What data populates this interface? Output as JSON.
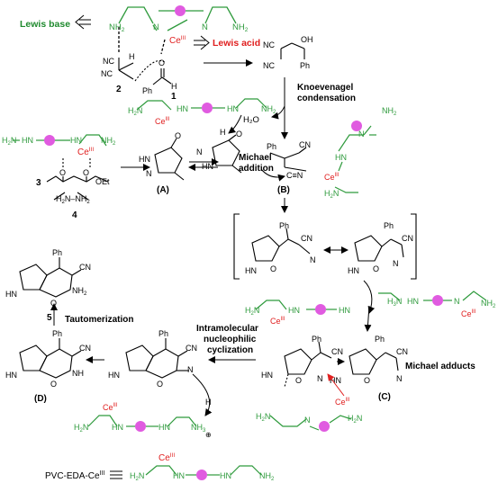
{
  "labels": {
    "lewis_base": "Lewis base",
    "lewis_acid": "Lewis acid",
    "knoevenagel": "Knoevenagel",
    "condensation": "condensation",
    "water": "H₂O",
    "michael": "Michael",
    "addition": "addition",
    "tautomerization": "Tautomerization",
    "intramolecular": "Intramolecular",
    "nucleophilic": "nucleophilic",
    "cyclization": "cyclization",
    "michael_adducts": "Michael adducts",
    "catalyst_name": "PVC-EDA-Ce",
    "catalyst_sup": "III"
  },
  "compound_ids": {
    "c1": "1",
    "c2": "2",
    "c3": "3",
    "c4": "4",
    "c5": "5",
    "A": "(A)",
    "B": "(B)",
    "C": "(C)",
    "D": "(D)"
  },
  "atoms": {
    "ce": "Ce",
    "ce_ox": "III",
    "ph": "Ph",
    "cn": "CN",
    "nc": "NC",
    "nh2": "NH",
    "nh3": "NH",
    "h2n": "H",
    "hn": "HN",
    "nh": "N",
    "oh": "OH",
    "o": "O",
    "oet": "OEt",
    "h": "H",
    "n": "N",
    "nh_ring": "NH",
    "two": "2",
    "three": "3",
    "plus": "+",
    "minus": "−"
  },
  "colors": {
    "lewis_base": "#1f8a2e",
    "lewis_acid": "#e02020",
    "ligand": "#2e9a3c",
    "cerium": "#e02020",
    "bead": "#e05be0",
    "structure": "#000000"
  }
}
